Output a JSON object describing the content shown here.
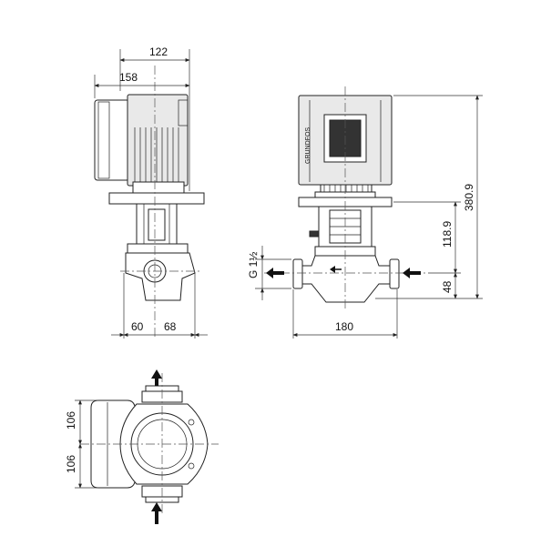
{
  "dimensions": {
    "side_view": {
      "overall_width": "122",
      "motor_width": "158",
      "left_half": "60",
      "right_half": "68"
    },
    "front_view": {
      "port_size": "G 1½",
      "total_height": "380.9",
      "flange_to_port": "118.9",
      "port_height": "48",
      "port_to_port": "180"
    },
    "top_view": {
      "upper_half": "106",
      "lower_half": "106"
    }
  },
  "brand_text": "GRUNDFOS",
  "colors": {
    "line": "#222222",
    "motor_fill": "#eeeeee",
    "arrow": "#111111"
  }
}
